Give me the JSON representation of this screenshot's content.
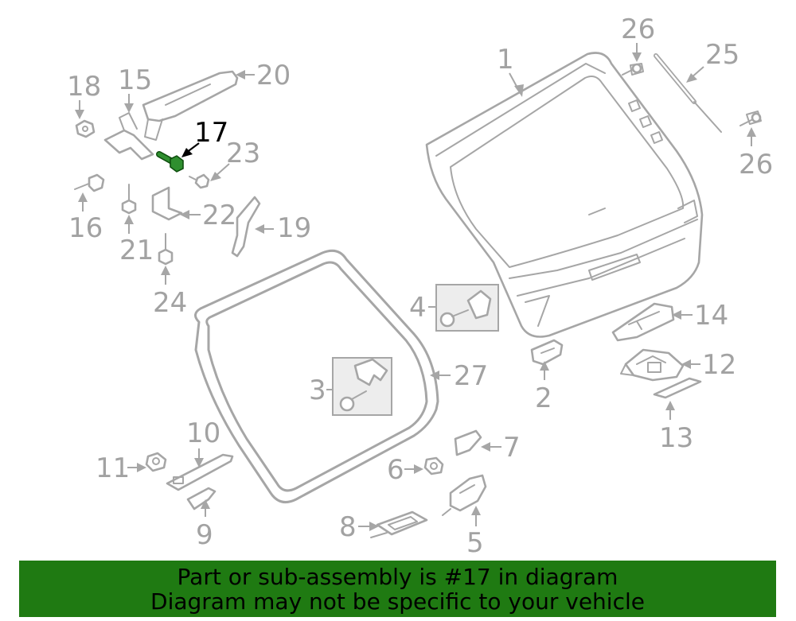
{
  "diagram": {
    "callouts": [
      "1",
      "2",
      "3",
      "4",
      "5",
      "6",
      "7",
      "8",
      "9",
      "10",
      "11",
      "12",
      "13",
      "14",
      "15",
      "16",
      "17",
      "18",
      "19",
      "20",
      "21",
      "22",
      "23",
      "24",
      "25",
      "26",
      "26",
      "27"
    ],
    "highlighted_part": "17",
    "colors": {
      "line": "#a6a6a6",
      "label": "#a2a2a2",
      "highlight_label": "#000000",
      "highlight_part": "#2f8f2f",
      "banner": "#1f7a12"
    }
  },
  "banner": {
    "line1": "Part or sub-assembly is #17 in diagram",
    "line2": "Diagram may not be specific to your vehicle"
  }
}
